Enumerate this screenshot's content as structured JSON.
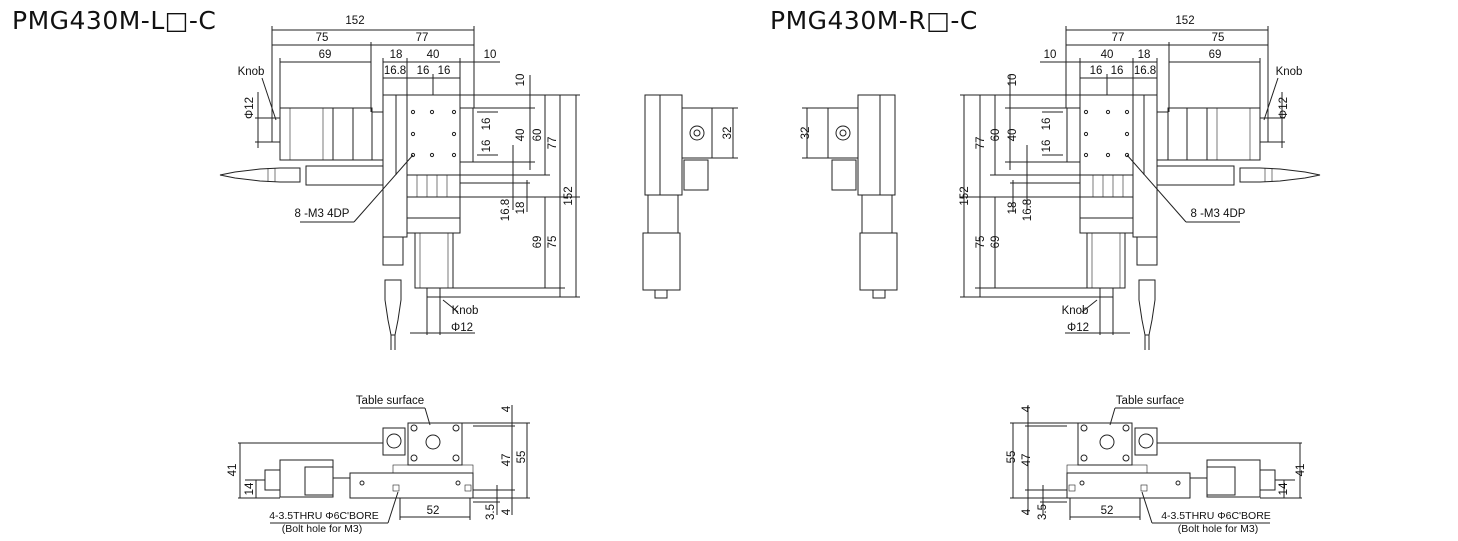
{
  "left": {
    "title": "PMG430M-L□-C",
    "top": {
      "d152": "152",
      "d75": "75",
      "d77": "77",
      "d69": "69",
      "d18": "18",
      "d40": "40",
      "d10": "10",
      "d16_8": "16.8",
      "d16a": "16",
      "d16b": "16",
      "knob": "Knob",
      "phi12": "Φ12",
      "v10": "10",
      "v16a": "16",
      "v16b": "16",
      "v40": "40",
      "v60": "60",
      "v77": "77",
      "v152": "152",
      "v16_8": "16.8",
      "v18": "18",
      "v69": "69",
      "v75": "75",
      "m3": "8 -M3 4DP",
      "knob2": "Knob",
      "phi12b": "Φ12"
    },
    "side": {
      "v32": "32"
    },
    "bottom": {
      "table_surface": "Table surface",
      "v4a": "4",
      "v47": "47",
      "v55": "55",
      "v41": "41",
      "v14": "14",
      "d52": "52",
      "v3_5": "3.5",
      "v4b": "4",
      "bore": "4-3.5THRU Φ6C'BORE",
      "bolt": "(Bolt hole for M3)"
    }
  },
  "right": {
    "title": "PMG430M-R□-C",
    "top": {
      "d152": "152",
      "d75": "75",
      "d77": "77",
      "d69": "69",
      "d18": "18",
      "d40": "40",
      "d10": "10",
      "d16_8": "16.8",
      "d16a": "16",
      "d16b": "16",
      "knob": "Knob",
      "phi12": "Φ12",
      "v10": "10",
      "v16a": "16",
      "v16b": "16",
      "v40": "40",
      "v60": "60",
      "v77": "77",
      "v152": "152",
      "v16_8": "16.8",
      "v18": "18",
      "v69": "69",
      "v75": "75",
      "m3": "8 -M3 4DP",
      "knob2": "Knob",
      "phi12b": "Φ12"
    },
    "side": {
      "v32": "32"
    },
    "bottom": {
      "table_surface": "Table surface",
      "v4a": "4",
      "v47": "47",
      "v55": "55",
      "v41": "41",
      "v14": "14",
      "d52": "52",
      "v3_5": "3.5",
      "v4b": "4",
      "bore": "4-3.5THRU Φ6C'BORE",
      "bolt": "(Bolt hole for M3)"
    }
  }
}
